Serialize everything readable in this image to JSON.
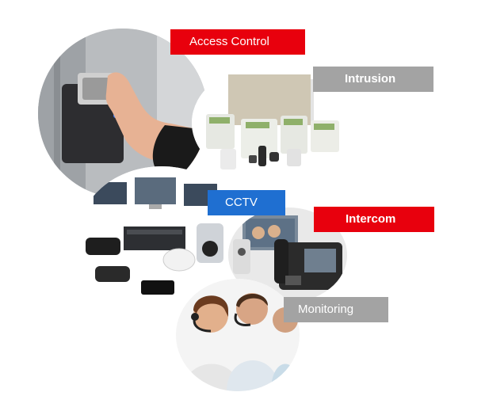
{
  "labels": {
    "access_control": "Access Control",
    "intrusion": "Intrusion",
    "cctv": "CCTV",
    "intercom": "Intercom",
    "monitoring": "Monitoring"
  },
  "colors": {
    "red": "#e8000d",
    "gray": "#a3a3a3",
    "blue": "#1f6fd1"
  },
  "icons": {
    "access": "fingerprint-reader-icon",
    "intrusion": "alarm-panel-icon",
    "cctv": "security-camera-icon",
    "intercom": "intercom-phone-icon",
    "monitoring": "headset-operator-icon"
  }
}
